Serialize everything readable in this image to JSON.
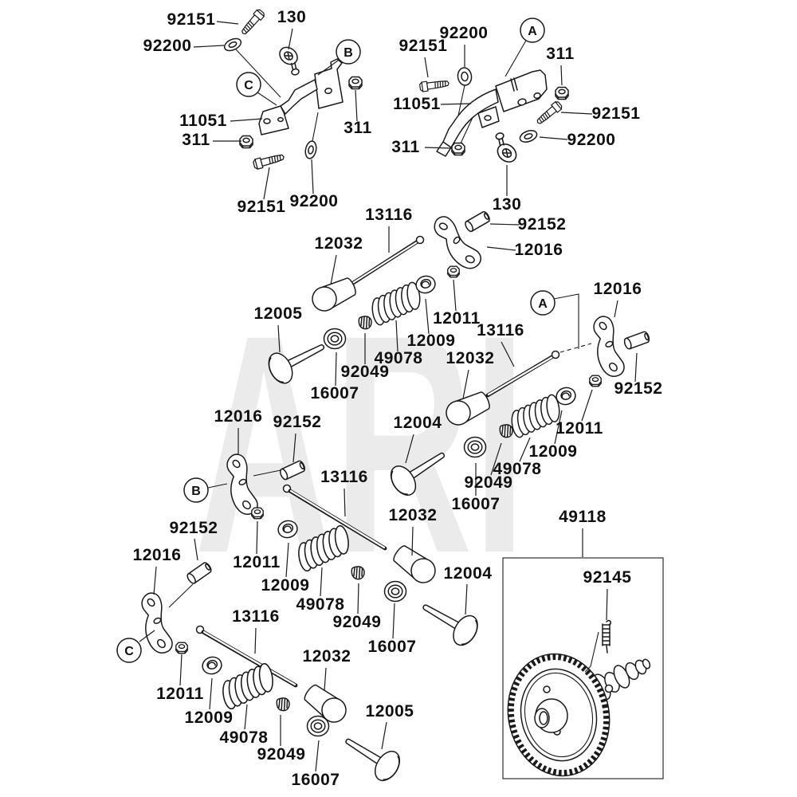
{
  "diagram": {
    "watermark": "ARI",
    "balloons": [
      {
        "label": "B"
      },
      {
        "label": "C"
      },
      {
        "label": "A"
      },
      {
        "label": "A"
      },
      {
        "label": "B"
      },
      {
        "label": "C"
      }
    ],
    "callouts": [
      {
        "part": "92151"
      },
      {
        "part": "130"
      },
      {
        "part": "92200"
      },
      {
        "part": "11051"
      },
      {
        "part": "311"
      },
      {
        "part": "92151"
      },
      {
        "part": "92200"
      },
      {
        "part": "311"
      },
      {
        "part": "92200"
      },
      {
        "part": "92151"
      },
      {
        "part": "311"
      },
      {
        "part": "11051"
      },
      {
        "part": "92151"
      },
      {
        "part": "311"
      },
      {
        "part": "92200"
      },
      {
        "part": "130"
      },
      {
        "part": "13116"
      },
      {
        "part": "92152"
      },
      {
        "part": "12016"
      },
      {
        "part": "12032"
      },
      {
        "part": "12011"
      },
      {
        "part": "12005"
      },
      {
        "part": "12009"
      },
      {
        "part": "49078"
      },
      {
        "part": "92049"
      },
      {
        "part": "16007"
      },
      {
        "part": "12016"
      },
      {
        "part": "13116"
      },
      {
        "part": "92152"
      },
      {
        "part": "12032"
      },
      {
        "part": "12011"
      },
      {
        "part": "12004"
      },
      {
        "part": "12009"
      },
      {
        "part": "49078"
      },
      {
        "part": "92049"
      },
      {
        "part": "16007"
      },
      {
        "part": "13116"
      },
      {
        "part": "12016"
      },
      {
        "part": "92152"
      },
      {
        "part": "12011"
      },
      {
        "part": "12009"
      },
      {
        "part": "49078"
      },
      {
        "part": "92049"
      },
      {
        "part": "12032"
      },
      {
        "part": "12004"
      },
      {
        "part": "16007"
      },
      {
        "part": "92152"
      },
      {
        "part": "12016"
      },
      {
        "part": "13116"
      },
      {
        "part": "12011"
      },
      {
        "part": "12009"
      },
      {
        "part": "49078"
      },
      {
        "part": "92049"
      },
      {
        "part": "12032"
      },
      {
        "part": "12005"
      },
      {
        "part": "16007"
      },
      {
        "part": "49118"
      },
      {
        "part": "92145"
      }
    ]
  },
  "colors": {
    "line": "#1a1a1a",
    "label": "#101010",
    "watermark": "#ebebeb",
    "background": "#ffffff"
  }
}
